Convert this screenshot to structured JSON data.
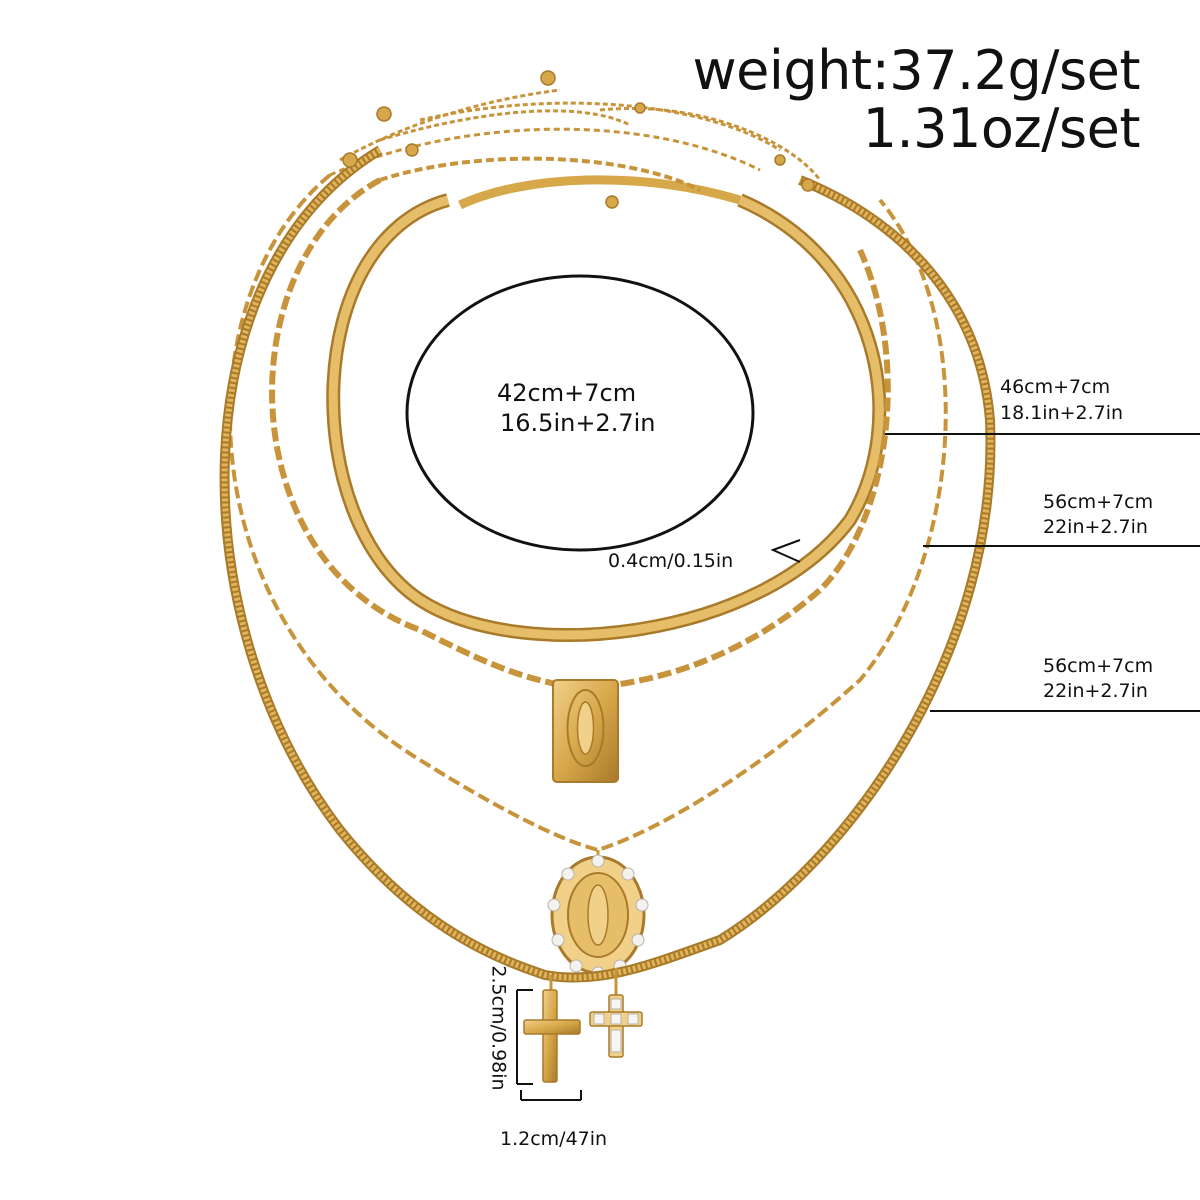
{
  "header": {
    "weight_label": "weight:37.2g/set",
    "ounce_label": "1.31oz/set"
  },
  "center_size": {
    "cm": "42cm+7cm",
    "in": "16.5in+2.7in"
  },
  "width_note": "0.4cm/0.15in",
  "lengths": [
    {
      "cm": "46cm+7cm",
      "in": "18.1in+2.7in"
    },
    {
      "cm": "56cm+7cm",
      "in": "22in+2.7in"
    },
    {
      "cm": "56cm+7cm",
      "in": "22in+2.7in"
    }
  ],
  "cross": {
    "height": "2.5cm/0.98in",
    "width": "1.2cm/47in"
  },
  "colors": {
    "gold": "#d7a84a",
    "gold_dark": "#a87a2a",
    "gold_light": "#f1d08a",
    "ink": "#111111"
  }
}
